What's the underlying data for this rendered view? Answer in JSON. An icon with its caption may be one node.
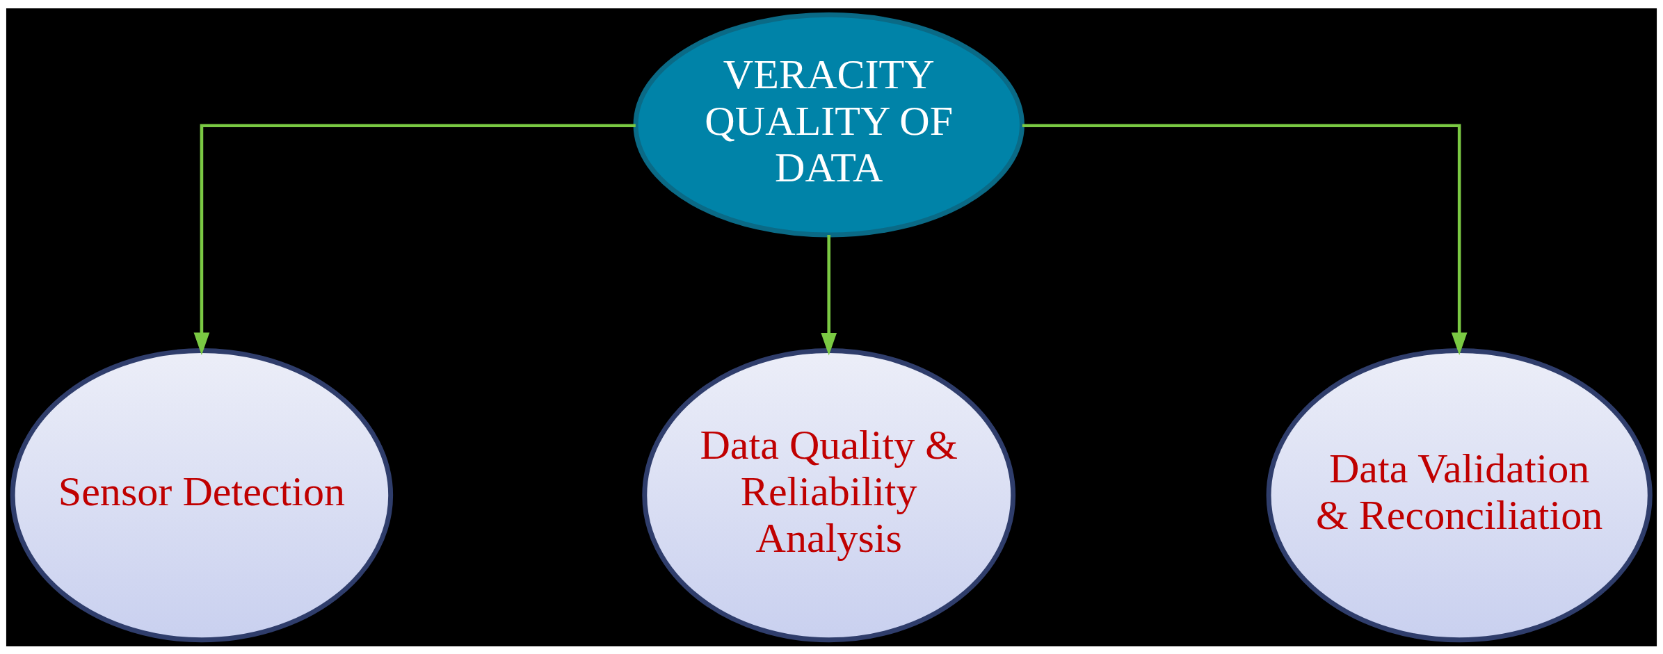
{
  "diagram": {
    "nodes": [
      {
        "text": [
          "VERACITY QUALITY OF DATA"
        ]
      },
      {
        "text": [
          "Sensor Detection"
        ]
      },
      {
        "text": [
          "Data Quality & Reliability Analysis"
        ]
      },
      {
        "text": [
          "Data Validation & Reconciliation"
        ]
      }
    ],
    "edges": [
      {
        "from": 0,
        "to": 1,
        "arrow": "to"
      },
      {
        "from": 0,
        "to": 2,
        "arrow": "to"
      },
      {
        "from": 0,
        "to": 3,
        "arrow": "to"
      }
    ]
  }
}
